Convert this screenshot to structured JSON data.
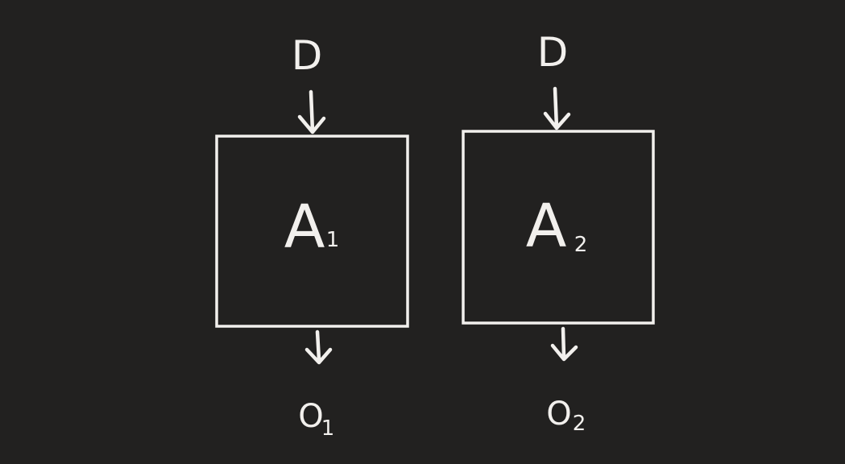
{
  "colors": {
    "background": "#222120",
    "ink": "#f2f0ed"
  },
  "blocks": [
    {
      "input": "D",
      "name": "A",
      "name_sub": "1",
      "output": "O",
      "output_sub": "1"
    },
    {
      "input": "D",
      "name": "A",
      "name_sub": "2",
      "output": "O",
      "output_sub": "2"
    }
  ]
}
